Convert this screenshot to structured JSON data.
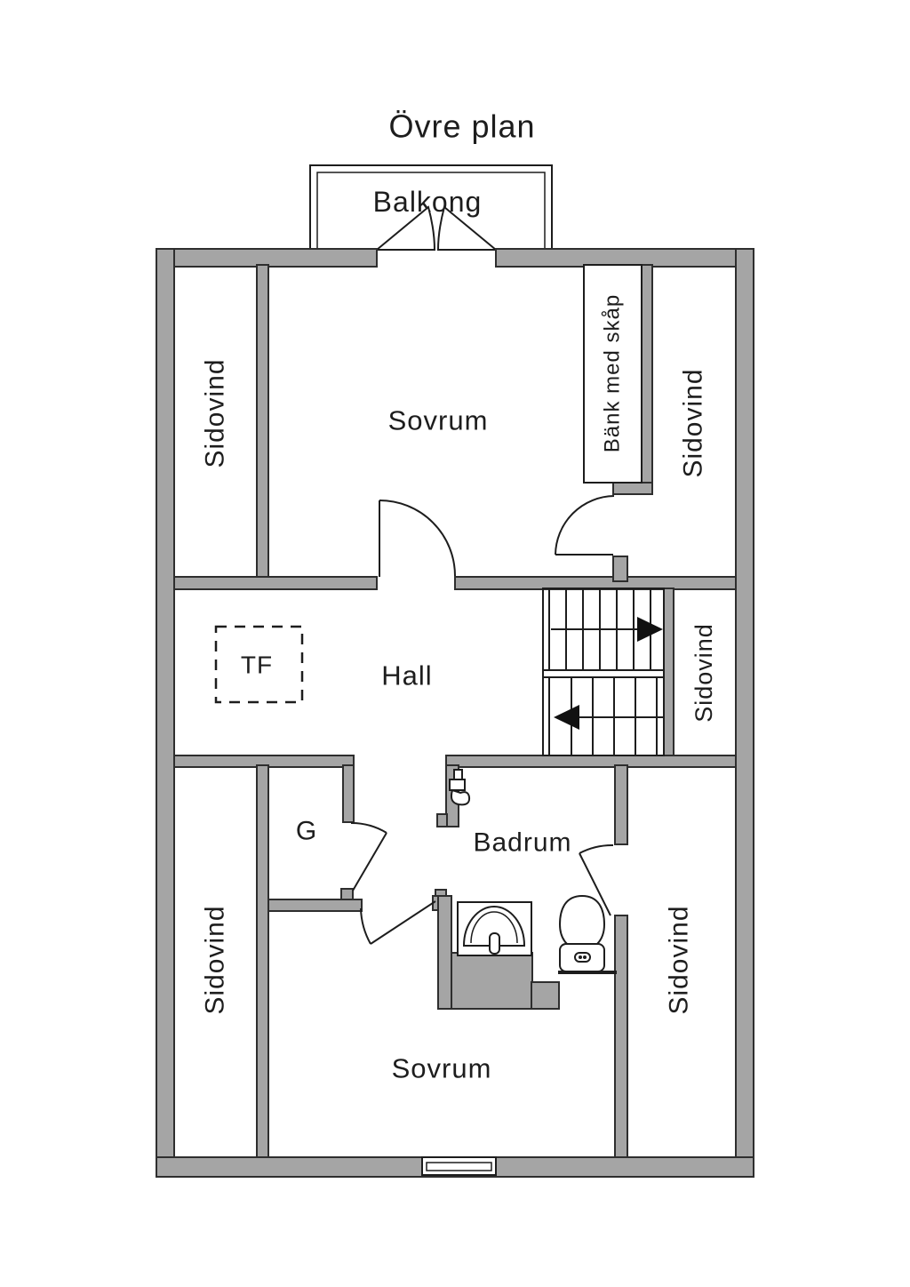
{
  "title": "Övre plan",
  "colors": {
    "wall_fill": "#a5a5a5",
    "line": "#1d1d1d",
    "text": "#1d1d1d",
    "background": "#ffffff"
  },
  "rooms": {
    "balcony": "Balkong",
    "bedroom_top": "Sovrum",
    "sidovind_top_left": "Sidovind",
    "bench": "Bänk med skåp",
    "sidovind_top_right": "Sidovind",
    "hall": "Hall",
    "tf": "TF",
    "sidovind_mid_right": "Sidovind",
    "closet": "G",
    "bathroom": "Badrum",
    "bedroom_bottom": "Sovrum",
    "sidovind_bottom_left": "Sidovind",
    "sidovind_bottom_right": "Sidovind"
  }
}
